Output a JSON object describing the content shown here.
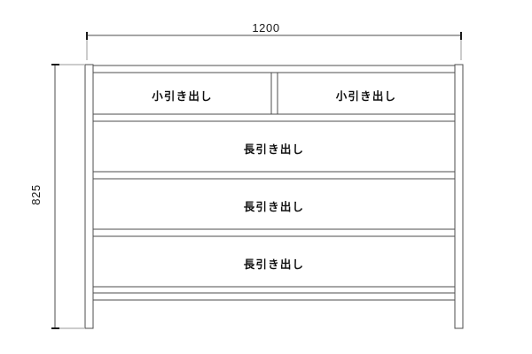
{
  "drawing": {
    "title": "chest-of-drawers-elevation",
    "line_color": "#4d4d4d",
    "text_color": "#111111",
    "background": "#ffffff"
  },
  "dimensions": {
    "width": {
      "label": "1200",
      "unit": "mm",
      "orientation": "horizontal"
    },
    "height": {
      "label": "825",
      "unit": "mm",
      "orientation": "vertical"
    }
  },
  "drawers": [
    {
      "label": "小引き出し",
      "type": "small",
      "row": 1,
      "column": 1
    },
    {
      "label": "小引き出し",
      "type": "small",
      "row": 1,
      "column": 2
    },
    {
      "label": "長引き出し",
      "type": "long",
      "row": 2,
      "column": 1
    },
    {
      "label": "長引き出し",
      "type": "long",
      "row": 3,
      "column": 1
    },
    {
      "label": "長引き出し",
      "type": "long",
      "row": 4,
      "column": 1
    }
  ]
}
